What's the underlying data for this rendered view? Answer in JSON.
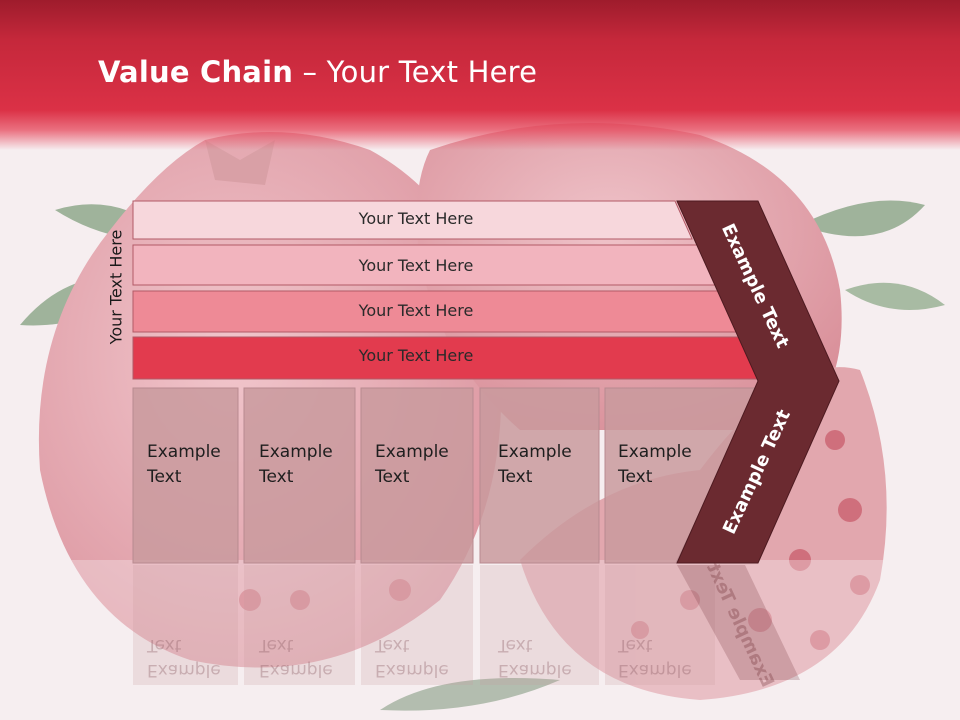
{
  "title": {
    "bold": "Value Chain",
    "rest": " – Your Text Here"
  },
  "side_label": "Your Text Here",
  "rows": [
    {
      "label": "Your Text Here",
      "color": "#f7d7dc"
    },
    {
      "label": "Your Text Here",
      "color": "#f2b4be"
    },
    {
      "label": "Your Text Here",
      "color": "#ee8a96"
    },
    {
      "label": "Your Text Here",
      "color": "#e23b4e"
    }
  ],
  "columns": [
    {
      "line1": "Example",
      "line2": "Text"
    },
    {
      "line1": "Example",
      "line2": "Text"
    },
    {
      "line1": "Example",
      "line2": "Text"
    },
    {
      "line1": "Example",
      "line2": "Text"
    },
    {
      "line1": "Example",
      "line2": "Text"
    }
  ],
  "chevron": {
    "top_label": "Example Text",
    "bottom_label": "Example Text",
    "color": "#6b2a30"
  },
  "colors": {
    "header": "#db3146",
    "column": "#c99a9e",
    "accent": "#e23b4e"
  }
}
